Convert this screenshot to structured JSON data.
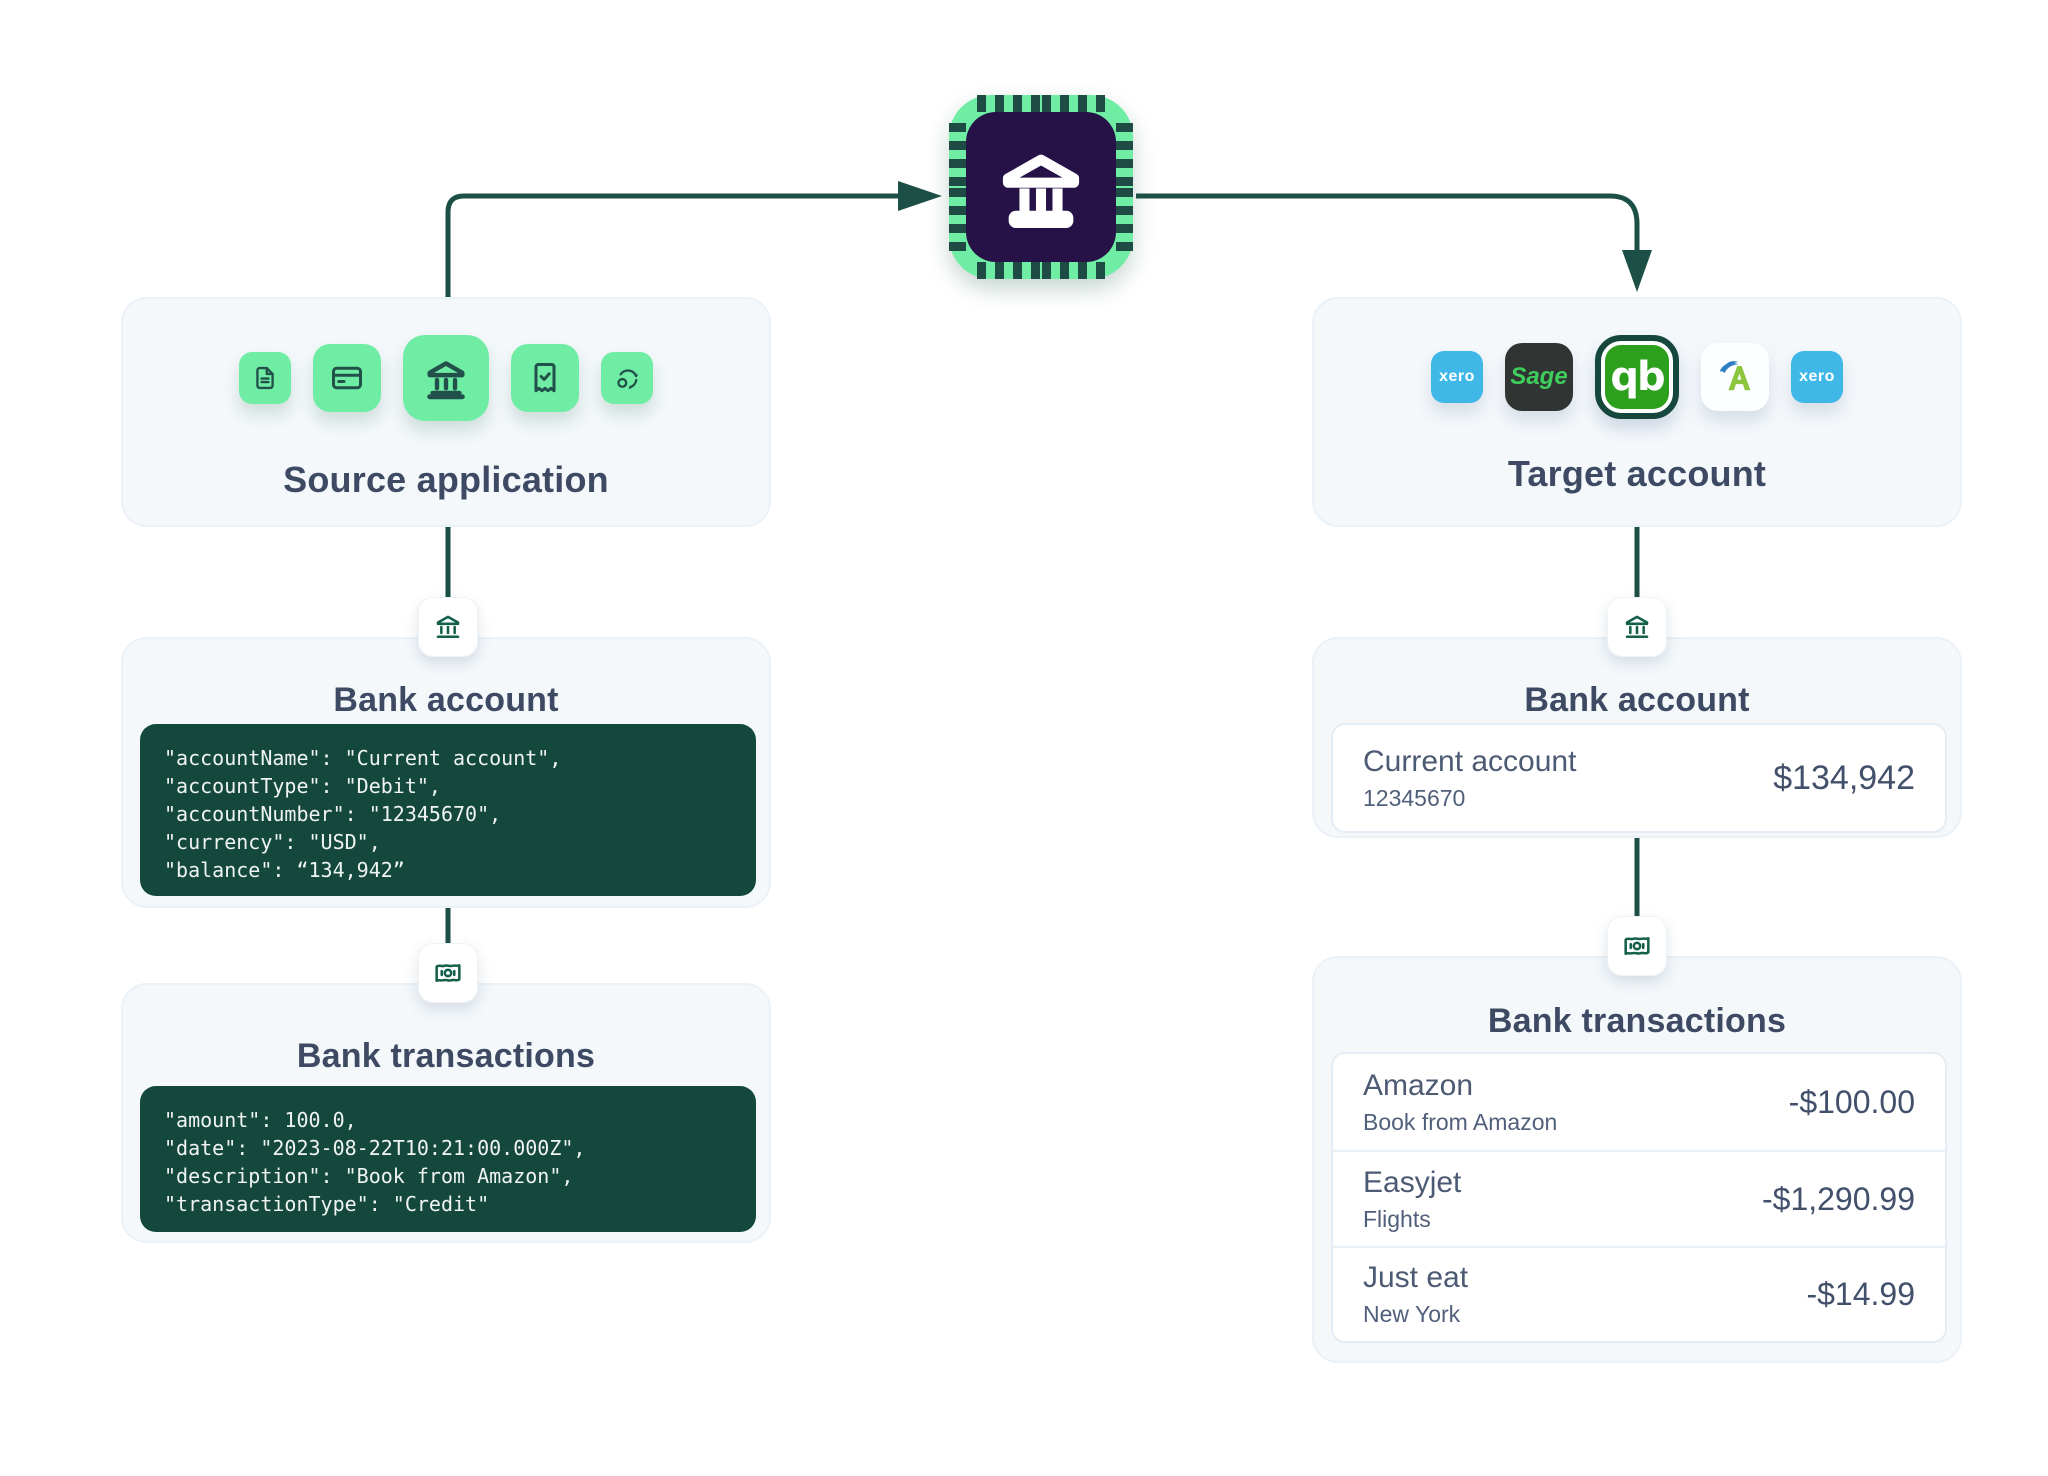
{
  "colors": {
    "connector_teal": "#1C4F45",
    "chip_green": "#70EDA4",
    "chip_purple": "#261247",
    "code_background": "#14483C",
    "card_background": "#F4F8FB",
    "title_slate": "#3E4A63",
    "xero_blue": "#3FB8E8",
    "sage_dark": "#303534",
    "sage_green": "#3FCE5C",
    "quickbooks_green": "#2CA01C",
    "freeagent_green": "#8CC63F",
    "freeagent_blue": "#2E7FC2"
  },
  "hub": {
    "icon": "bank-chip-icon"
  },
  "source_app": {
    "title": "Source application",
    "icons": [
      "file-text-icon",
      "credit-card-icon",
      "bank-icon",
      "receipt-check-icon",
      "sync-icon"
    ]
  },
  "target_account": {
    "title": "Target account",
    "apps": [
      {
        "name": "xero",
        "label": "xero"
      },
      {
        "name": "sage",
        "label": "Sage"
      },
      {
        "name": "quickbooks",
        "label": "qb"
      },
      {
        "name": "freeagent",
        "label": "freeagent-logo"
      },
      {
        "name": "xero",
        "label": "xero"
      }
    ]
  },
  "source_bank_account": {
    "badge_icon": "bank-icon",
    "title": "Bank account",
    "code_lines": [
      "\"accountName\": \"Current account\",",
      "\"accountType\": \"Debit\",",
      "\"accountNumber\": \"12345670\",",
      "\"currency\": \"USD\",",
      "\"balance\": “134,942”"
    ]
  },
  "source_bank_transactions": {
    "badge_icon": "banknote-icon",
    "title": "Bank transactions",
    "code_lines": [
      "\"amount\": 100.0,",
      "\"date\": \"2023-08-22T10:21:00.000Z\",",
      "\"description\": \"Book from Amazon\",",
      "\"transactionType\": \"Credit\""
    ]
  },
  "target_bank_account": {
    "badge_icon": "bank-icon",
    "title": "Bank account",
    "account": {
      "name": "Current account",
      "number": "12345670",
      "balance": "$134,942"
    }
  },
  "target_bank_transactions": {
    "badge_icon": "banknote-icon",
    "title": "Bank transactions",
    "rows": [
      {
        "name": "Amazon",
        "description": "Book from Amazon",
        "amount": "-$100.00"
      },
      {
        "name": "Easyjet",
        "description": "Flights",
        "amount": "-$1,290.99"
      },
      {
        "name": "Just eat",
        "description": "New York",
        "amount": "-$14.99"
      }
    ]
  }
}
